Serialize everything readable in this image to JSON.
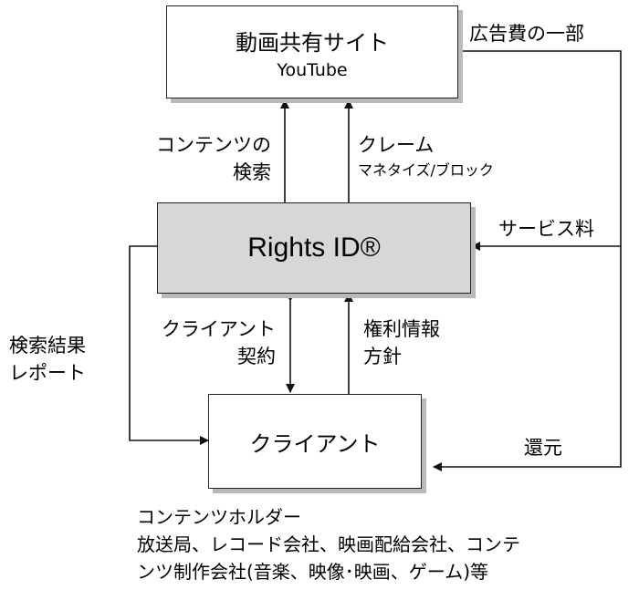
{
  "nodes": {
    "site": {
      "title": "動画共有サイト",
      "subtitle": "YouTube"
    },
    "rights_id": {
      "title": "Rights ID®"
    },
    "client": {
      "title": "クライアント"
    }
  },
  "edges": {
    "ad_revenue": "広告費の一部",
    "content_search": [
      "コンテンツの",
      "検索"
    ],
    "claim": [
      "クレーム",
      "マネタイズ/ブロック"
    ],
    "service_fee": "サービス料",
    "search_report": [
      "検索結果",
      "レポート"
    ],
    "client_contract": [
      "クライアント",
      "契約"
    ],
    "rights_policy": [
      "権利情報",
      "方針"
    ],
    "return": "還元"
  },
  "footnote": {
    "heading": "コンテンツホルダー",
    "line1": "放送局、レコード会社、映画配給会社、コンテ",
    "line2": "ンツ制作会社(音楽、映像･映画、ゲーム)等"
  }
}
